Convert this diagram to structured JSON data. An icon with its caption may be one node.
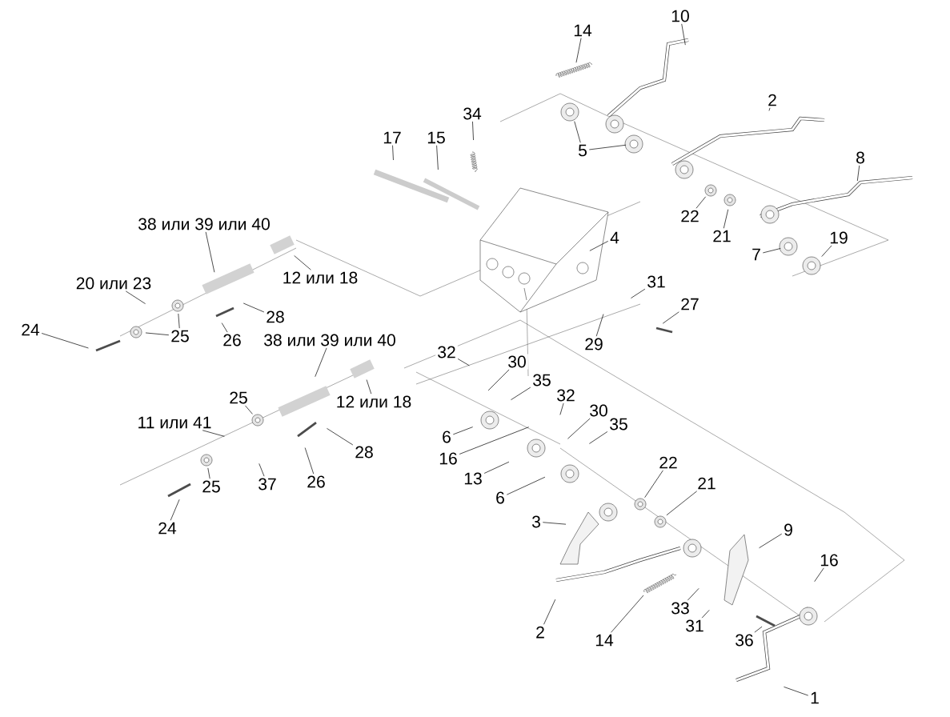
{
  "diagram": {
    "nodes": [
      {
        "text": [
          "14"
        ]
      },
      {
        "text": [
          "10"
        ]
      },
      {
        "text": [
          "34"
        ]
      },
      {
        "text": [
          "17"
        ]
      },
      {
        "text": [
          "15"
        ]
      },
      {
        "text": [
          "2"
        ]
      },
      {
        "text": [
          "5"
        ]
      },
      {
        "text": [
          "8"
        ]
      },
      {
        "text": [
          "22"
        ]
      },
      {
        "text": [
          "21"
        ]
      },
      {
        "text": [
          "19"
        ]
      },
      {
        "text": [
          "7"
        ]
      },
      {
        "text": [
          "4"
        ]
      },
      {
        "text": [
          "38 или 39 или 40"
        ]
      },
      {
        "text": [
          "12 или 18"
        ]
      },
      {
        "text": [
          "20 или 23"
        ]
      },
      {
        "text": [
          "28"
        ]
      },
      {
        "text": [
          "24"
        ]
      },
      {
        "text": [
          "25"
        ]
      },
      {
        "text": [
          "26"
        ]
      },
      {
        "text": [
          "38 или 39 или 40"
        ]
      },
      {
        "text": [
          "31"
        ]
      },
      {
        "text": [
          "27"
        ]
      },
      {
        "text": [
          "29"
        ]
      },
      {
        "text": [
          "12 или 18"
        ]
      },
      {
        "text": [
          "32"
        ]
      },
      {
        "text": [
          "30"
        ]
      },
      {
        "text": [
          "35"
        ]
      },
      {
        "text": [
          "25"
        ]
      },
      {
        "text": [
          "11 или 41"
        ]
      },
      {
        "text": [
          "28"
        ]
      },
      {
        "text": [
          "6"
        ]
      },
      {
        "text": [
          "16"
        ]
      },
      {
        "text": [
          "32"
        ]
      },
      {
        "text": [
          "30"
        ]
      },
      {
        "text": [
          "35"
        ]
      },
      {
        "text": [
          "26"
        ]
      },
      {
        "text": [
          "13"
        ]
      },
      {
        "text": [
          "25"
        ]
      },
      {
        "text": [
          "37"
        ]
      },
      {
        "text": [
          "6"
        ]
      },
      {
        "text": [
          "22"
        ]
      },
      {
        "text": [
          "24"
        ]
      },
      {
        "text": [
          "3"
        ]
      },
      {
        "text": [
          "21"
        ]
      },
      {
        "text": [
          "9"
        ]
      },
      {
        "text": [
          "16"
        ]
      },
      {
        "text": [
          "33"
        ]
      },
      {
        "text": [
          "2"
        ]
      },
      {
        "text": [
          "14"
        ]
      },
      {
        "text": [
          "31"
        ]
      },
      {
        "text": [
          "36"
        ]
      },
      {
        "text": [
          "1"
        ]
      }
    ],
    "edges": [
      {
        "from": 0,
        "to": null,
        "arrow": "none"
      },
      {
        "from": 1,
        "to": null,
        "arrow": "none"
      },
      {
        "from": 2,
        "to": null,
        "arrow": "none"
      },
      {
        "from": 3,
        "to": null,
        "arrow": "none"
      },
      {
        "from": 4,
        "to": null,
        "arrow": "none"
      },
      {
        "from": 5,
        "to": null,
        "arrow": "none"
      },
      {
        "from": 6,
        "to": null,
        "arrow": "none"
      },
      {
        "from": 6,
        "to": null,
        "arrow": "none"
      },
      {
        "from": 7,
        "to": null,
        "arrow": "none"
      },
      {
        "from": 8,
        "to": null,
        "arrow": "none"
      },
      {
        "from": 9,
        "to": null,
        "arrow": "none"
      },
      {
        "from": 10,
        "to": null,
        "arrow": "none"
      },
      {
        "from": 11,
        "to": null,
        "arrow": "none"
      },
      {
        "from": 12,
        "to": null,
        "arrow": "none"
      },
      {
        "from": 13,
        "to": null,
        "arrow": "none"
      },
      {
        "from": 14,
        "to": null,
        "arrow": "none"
      },
      {
        "from": 15,
        "to": null,
        "arrow": "none"
      },
      {
        "from": 16,
        "to": null,
        "arrow": "none"
      },
      {
        "from": 17,
        "to": null,
        "arrow": "none"
      },
      {
        "from": 18,
        "to": null,
        "arrow": "none"
      },
      {
        "from": 18,
        "to": null,
        "arrow": "none"
      },
      {
        "from": 19,
        "to": null,
        "arrow": "none"
      },
      {
        "from": 20,
        "to": null,
        "arrow": "none"
      },
      {
        "from": 21,
        "to": null,
        "arrow": "none"
      },
      {
        "from": 22,
        "to": null,
        "arrow": "none"
      },
      {
        "from": 23,
        "to": null,
        "arrow": "none"
      },
      {
        "from": 24,
        "to": null,
        "arrow": "none"
      },
      {
        "from": 25,
        "to": null,
        "arrow": "none"
      },
      {
        "from": 26,
        "to": null,
        "arrow": "none"
      },
      {
        "from": 27,
        "to": null,
        "arrow": "none"
      },
      {
        "from": 28,
        "to": null,
        "arrow": "none"
      },
      {
        "from": 29,
        "to": null,
        "arrow": "none"
      },
      {
        "from": 30,
        "to": null,
        "arrow": "none"
      },
      {
        "from": 31,
        "to": null,
        "arrow": "none"
      },
      {
        "from": 32,
        "to": null,
        "arrow": "none"
      },
      {
        "from": 33,
        "to": null,
        "arrow": "none"
      },
      {
        "from": 34,
        "to": null,
        "arrow": "none"
      },
      {
        "from": 35,
        "to": null,
        "arrow": "none"
      },
      {
        "from": 36,
        "to": null,
        "arrow": "none"
      },
      {
        "from": 37,
        "to": null,
        "arrow": "none"
      },
      {
        "from": 38,
        "to": null,
        "arrow": "none"
      },
      {
        "from": 39,
        "to": null,
        "arrow": "none"
      },
      {
        "from": 40,
        "to": null,
        "arrow": "none"
      },
      {
        "from": 41,
        "to": null,
        "arrow": "none"
      },
      {
        "from": 42,
        "to": null,
        "arrow": "none"
      },
      {
        "from": 43,
        "to": null,
        "arrow": "none"
      },
      {
        "from": 44,
        "to": null,
        "arrow": "none"
      },
      {
        "from": 45,
        "to": null,
        "arrow": "none"
      },
      {
        "from": 46,
        "to": null,
        "arrow": "none"
      },
      {
        "from": 47,
        "to": null,
        "arrow": "none"
      },
      {
        "from": 48,
        "to": null,
        "arrow": "none"
      },
      {
        "from": 49,
        "to": null,
        "arrow": "none"
      },
      {
        "from": 50,
        "to": null,
        "arrow": "none"
      },
      {
        "from": 51,
        "to": null,
        "arrow": "none"
      },
      {
        "from": 52,
        "to": null,
        "arrow": "none"
      }
    ]
  }
}
